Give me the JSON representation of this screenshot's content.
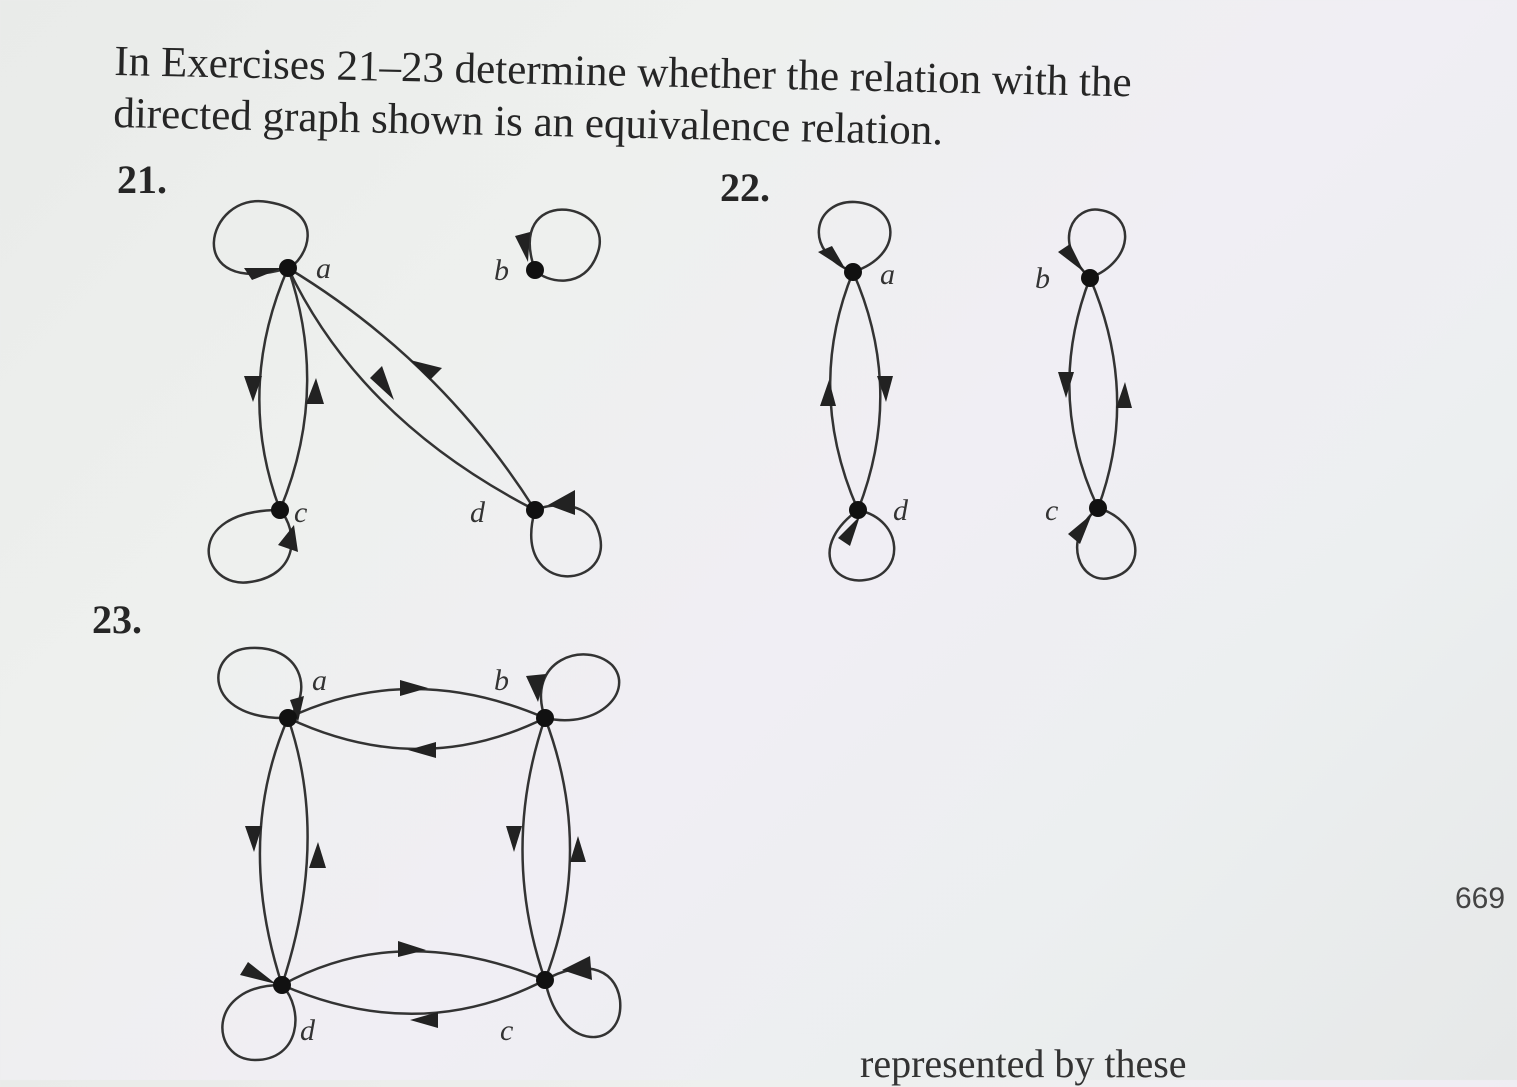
{
  "intro": "In Exercises 21–23 determine whether the relation with the directed graph shown is an equivalence relation.",
  "exercises": [
    {
      "number": "21.",
      "labels": {
        "a": "a",
        "b": "b",
        "c": "c",
        "d": "d"
      }
    },
    {
      "number": "22.",
      "labels": {
        "a": "a",
        "b": "b",
        "c": "c",
        "d": "d"
      }
    },
    {
      "number": "23.",
      "labels": {
        "a": "a",
        "b": "b",
        "c": "c",
        "d": "d"
      }
    }
  ],
  "page_number": "669",
  "bottom_text": "represented by these"
}
